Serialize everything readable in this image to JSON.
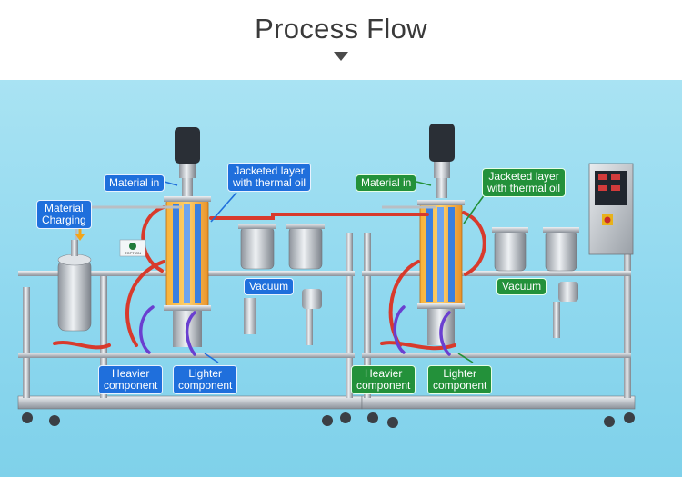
{
  "header": {
    "title": "Process Flow"
  },
  "logo_text": "TOPTION",
  "labels": {
    "material_in_left": "Material in",
    "material_charging": "Material\nCharging",
    "jacketed_left": "Jacketed layer\nwith thermal oil",
    "vacuum_left": "Vacuum",
    "heavier_left": "Heavier\ncomponent",
    "lighter_left": "Lighter\ncomponent",
    "material_in_right": "Material in",
    "jacketed_right": "Jacketed layer\nwith thermal oil",
    "vacuum_right": "Vacuum",
    "heavier_right": "Heavier\ncomponent",
    "lighter_right": "Lighter\ncomponent"
  },
  "colors": {
    "blue_callout": "#1f6fdc",
    "green_callout": "#23913a",
    "heat_pipe": "#d83a2c",
    "jacket_orange": "#f0a030",
    "jacket_blue": "#3a7fe0",
    "steel": "#c9ccd1",
    "motor": "#2a2f36",
    "product_purple": "#6a3fd0"
  }
}
